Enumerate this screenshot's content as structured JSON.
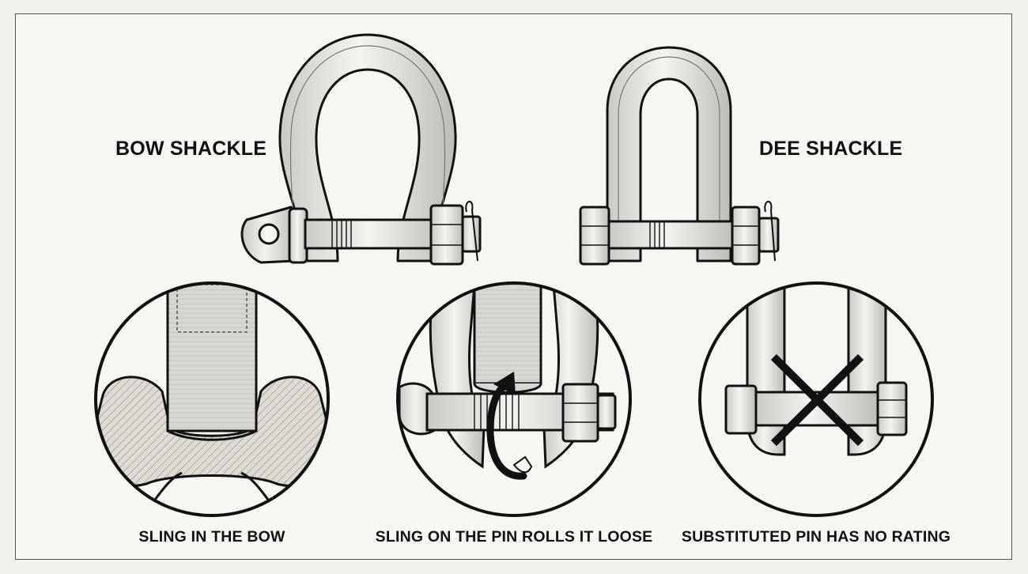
{
  "shackles": {
    "bow": {
      "label": "BOW SHACKLE"
    },
    "dee": {
      "label": "DEE SHACKLE"
    }
  },
  "panels": [
    {
      "caption": "SLING IN THE BOW",
      "status": "correct"
    },
    {
      "caption": "SLING ON THE PIN ROLLS IT LOOSE",
      "status": "incorrect"
    },
    {
      "caption": "SUBSTITUTED PIN HAS NO RATING",
      "status": "incorrect"
    }
  ],
  "colors": {
    "ink": "#111111",
    "metal": "#dcdcd8",
    "paper": "#f7f6f3",
    "sling": "#d3d3cf"
  },
  "icons": [
    "rotation-arrow-icon",
    "x-mark-icon"
  ]
}
